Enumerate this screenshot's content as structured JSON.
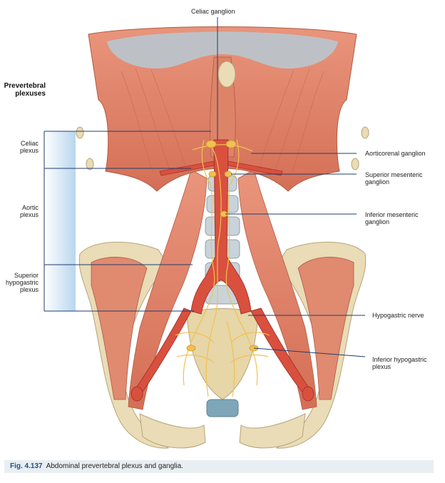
{
  "labels": {
    "celiac_ganglion": "Celiac ganglion",
    "aorticorenal_ganglion": "Aorticorenal ganglion",
    "superior_mesenteric_ganglion": [
      "Superior mesenteric",
      "ganglion"
    ],
    "inferior_mesenteric_ganglion": [
      "Inferior mesenteric",
      "ganglion"
    ],
    "hypogastric_nerve": "Hypogastric nerve",
    "inferior_hypogastric_plexus": [
      "Inferior hypogastric",
      "plexus"
    ]
  },
  "group_heading": [
    "Prevertebral",
    "plexuses"
  ],
  "group_items": [
    {
      "lines": [
        "Celiac",
        "plexus"
      ]
    },
    {
      "lines": [
        "Aortic",
        "plexus"
      ]
    },
    {
      "lines": [
        "Superior",
        "hypogastric",
        "plexus"
      ]
    }
  ],
  "caption": {
    "figure": "Fig. 4.137",
    "text": "Abdominal prevertebral plexus and ganglia."
  },
  "colors": {
    "muscle": "#d8735a",
    "muscle_light": "#ea9c83",
    "tendon": "#b8c6cf",
    "bone": "#e9dcb6",
    "bone_shade": "#cdbb8c",
    "artery": "#d9503f",
    "nerve": "#f2c150",
    "bracket": "#b9d6ee",
    "leader": "#1f3d6e"
  }
}
